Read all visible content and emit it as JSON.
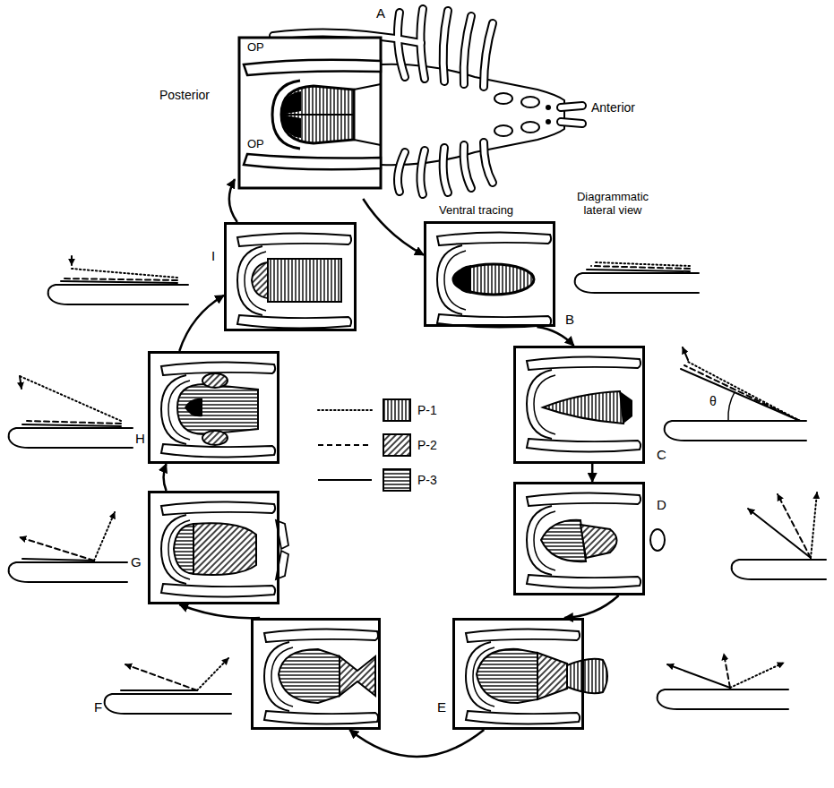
{
  "diagram": {
    "nodes": [
      {
        "text": [
          "A"
        ]
      },
      {
        "text": [
          "B"
        ]
      },
      {
        "text": [
          "C"
        ]
      },
      {
        "text": [
          "D"
        ]
      },
      {
        "text": [
          "E"
        ]
      },
      {
        "text": [
          "F"
        ]
      },
      {
        "text": [
          "G"
        ]
      },
      {
        "text": [
          "H"
        ]
      },
      {
        "text": [
          "I"
        ]
      }
    ],
    "edges": [
      {
        "from": 0,
        "to": 1,
        "arrow": "to"
      },
      {
        "from": 1,
        "to": 2,
        "arrow": "to"
      },
      {
        "from": 2,
        "to": 3,
        "arrow": "to"
      },
      {
        "from": 3,
        "to": 4,
        "arrow": "to"
      },
      {
        "from": 4,
        "to": 5,
        "arrow": "to"
      },
      {
        "from": 5,
        "to": 6,
        "arrow": "to"
      },
      {
        "from": 6,
        "to": 7,
        "arrow": "to"
      },
      {
        "from": 7,
        "to": 8,
        "arrow": "to"
      },
      {
        "from": 8,
        "to": 0,
        "arrow": "to"
      }
    ],
    "labels": [
      "Posterior",
      "Anterior",
      "OP",
      "OP",
      "Ventral tracing",
      "Diagrammatic lateral view",
      "θ"
    ],
    "legend": [
      {
        "text": "P-1"
      },
      {
        "text": "P-2"
      },
      {
        "text": "P-3"
      }
    ]
  }
}
